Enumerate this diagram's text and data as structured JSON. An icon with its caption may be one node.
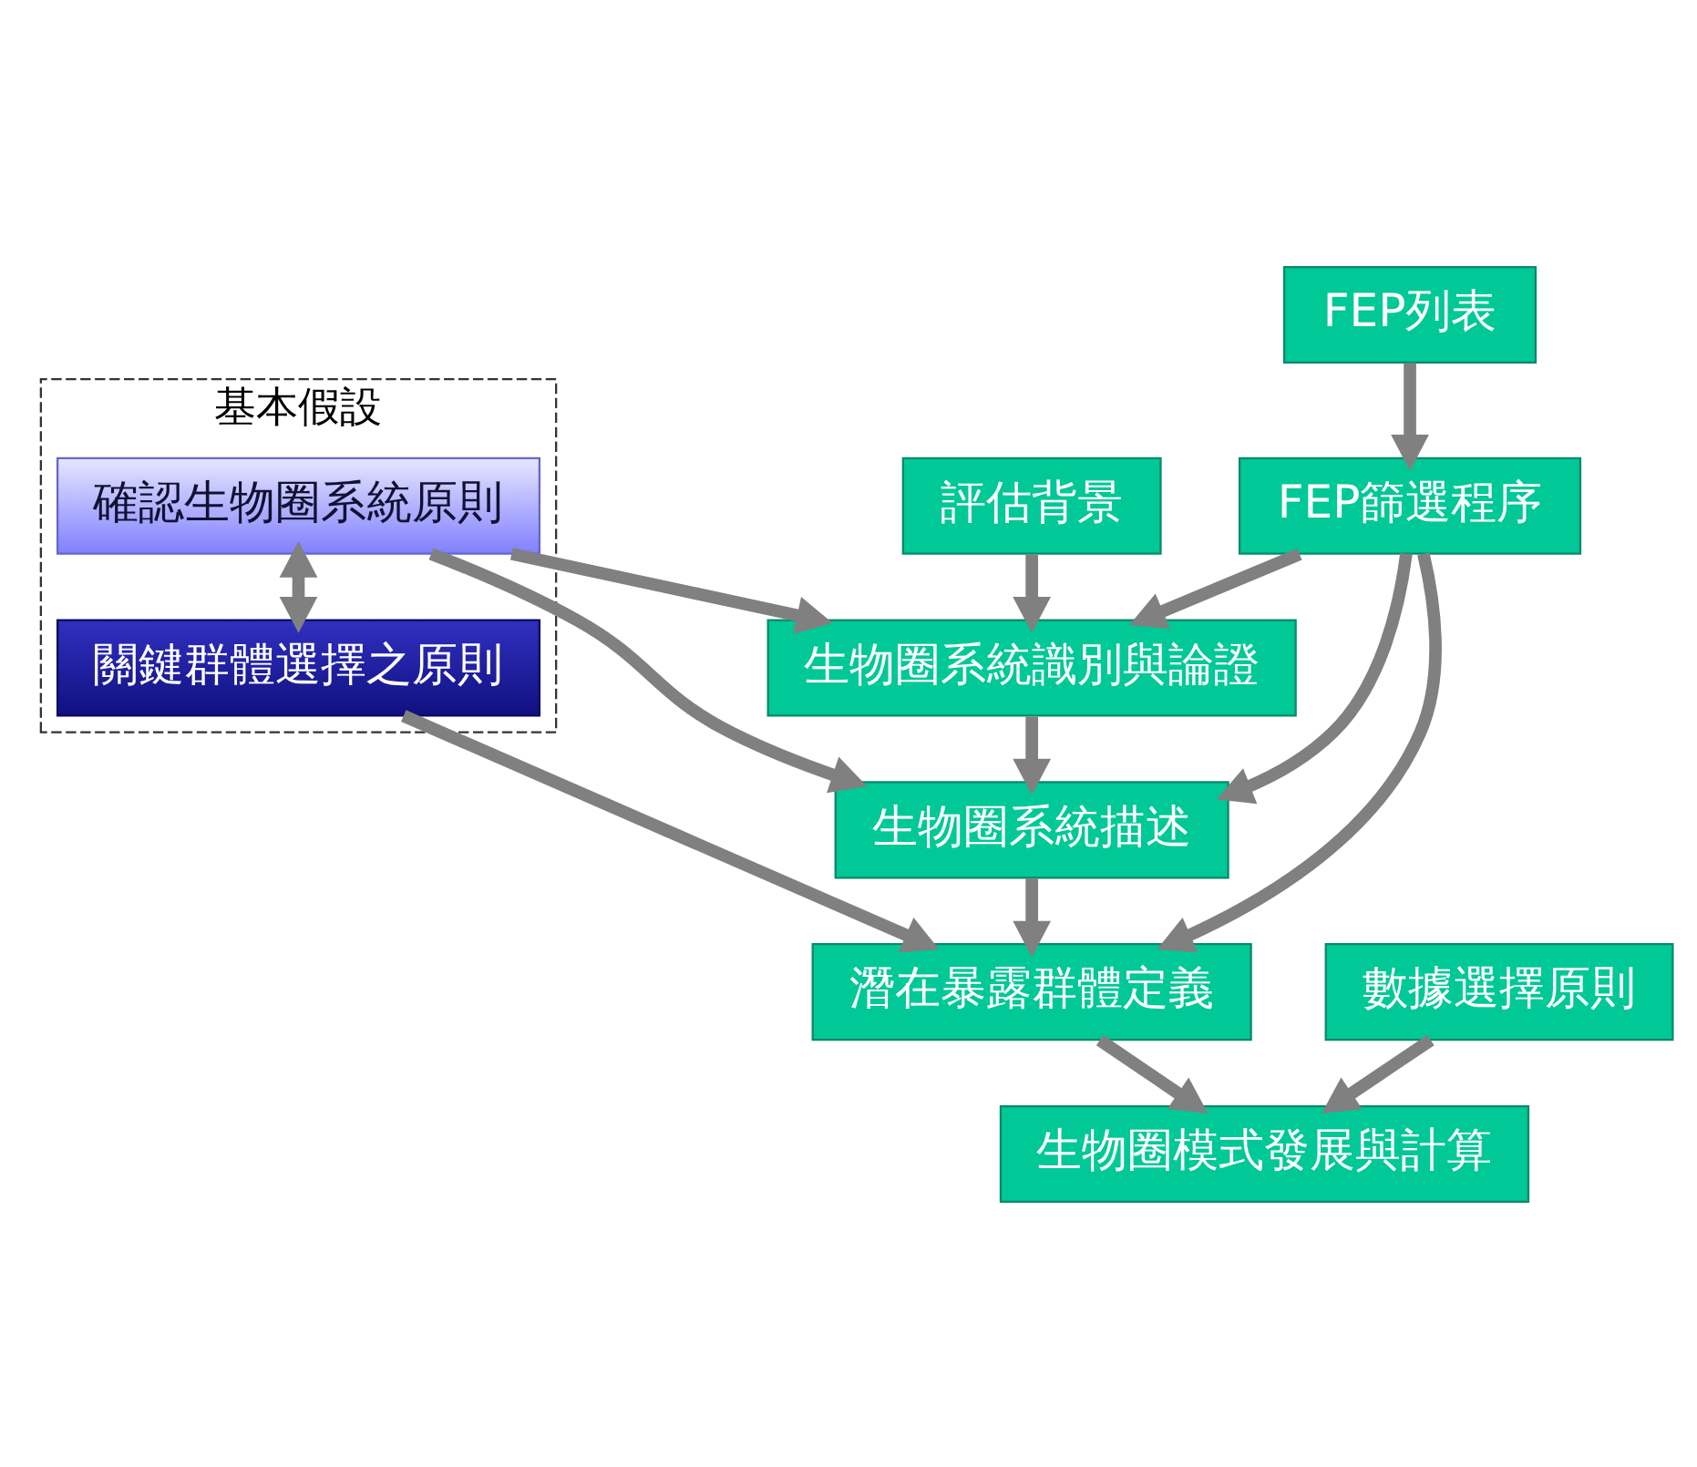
{
  "diagram": {
    "nodes": [
      {
        "text": [
          "評估背景"
        ]
      },
      {
        "text": [
          "FEP列表"
        ]
      },
      {
        "text": [
          "基本假設"
        ]
      },
      {
        "text": [
          "生物圈系統識別與論證"
        ]
      },
      {
        "text": [
          "確認生物圈系統原則"
        ],
        "in": 2
      },
      {
        "text": [
          "FEP篩選程序"
        ]
      },
      {
        "text": [
          "生物圈系統描述"
        ]
      },
      {
        "text": [
          "關鍵群體選擇之原則"
        ],
        "in": 2
      },
      {
        "text": [
          "潛在暴露群體定義"
        ]
      },
      {
        "text": [
          "數據選擇原則"
        ]
      },
      {
        "text": [
          "生物圈模式發展與計算"
        ]
      }
    ],
    "edges": [
      {
        "from": 1,
        "to": 5,
        "arrow": "to"
      },
      {
        "from": 0,
        "to": 3,
        "arrow": "to"
      },
      {
        "from": 5,
        "to": 3,
        "arrow": "to"
      },
      {
        "from": 4,
        "to": 3,
        "arrow": "to"
      },
      {
        "from": 3,
        "to": 6,
        "arrow": "to"
      },
      {
        "from": 4,
        "to": 6,
        "arrow": "to"
      },
      {
        "from": 5,
        "to": 6,
        "arrow": "to"
      },
      {
        "from": 4,
        "to": 7,
        "arrow": "both"
      },
      {
        "from": 6,
        "to": 8,
        "arrow": "to"
      },
      {
        "from": 5,
        "to": 8,
        "arrow": "to"
      },
      {
        "from": 7,
        "to": 8,
        "arrow": "to"
      },
      {
        "from": 8,
        "to": 10,
        "arrow": "to"
      },
      {
        "from": 9,
        "to": 10,
        "arrow": "to"
      }
    ]
  }
}
